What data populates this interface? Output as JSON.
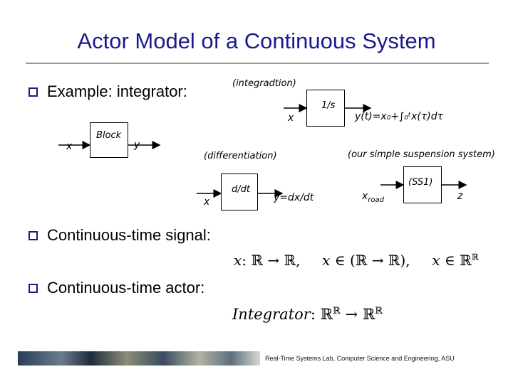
{
  "title": "Actor Model of a Continuous System",
  "bullets": {
    "example": "Example: integrator:",
    "signal": "Continuous-time signal:",
    "actor": "Continuous-time actor:"
  },
  "diagram_block": {
    "input": "x",
    "label": "Block",
    "output": "y"
  },
  "diagram_integration": {
    "caption": "(integradtion)",
    "input": "x",
    "block_label": "1/s",
    "output": "y(t)=x₀+∫₀ᵗx(τ)dτ"
  },
  "diagram_differentiation": {
    "caption": "(differentiation)",
    "input": "x",
    "block_label": "d/dt",
    "output": "y=dx/dt"
  },
  "diagram_suspension": {
    "caption": "(our simple suspension system)",
    "input": "x",
    "input_subscript": "road",
    "block_label": "(SS1)",
    "output": "z"
  },
  "math": {
    "signal_x": "x",
    "signal_rest": ": ℝ → ℝ,",
    "signal_x2": "x",
    "signal_rest2": "∈ (ℝ → ℝ),",
    "signal_x3": "x",
    "signal_rest3": "∈ ℝ",
    "signal_exp": "ℝ",
    "actor_name": "Integrator",
    "actor_colon": ":",
    "actor_dom": "ℝ",
    "actor_dom_exp": "ℝ",
    "actor_arrow": "→",
    "actor_cod": "ℝ",
    "actor_cod_exp": "ℝ"
  },
  "footer": {
    "text": "Real-Time Systems Lab, Computer Science and Engineering, ASU"
  },
  "colors": {
    "title": "#1a1a8c",
    "bullet": "#1a1a8c"
  }
}
